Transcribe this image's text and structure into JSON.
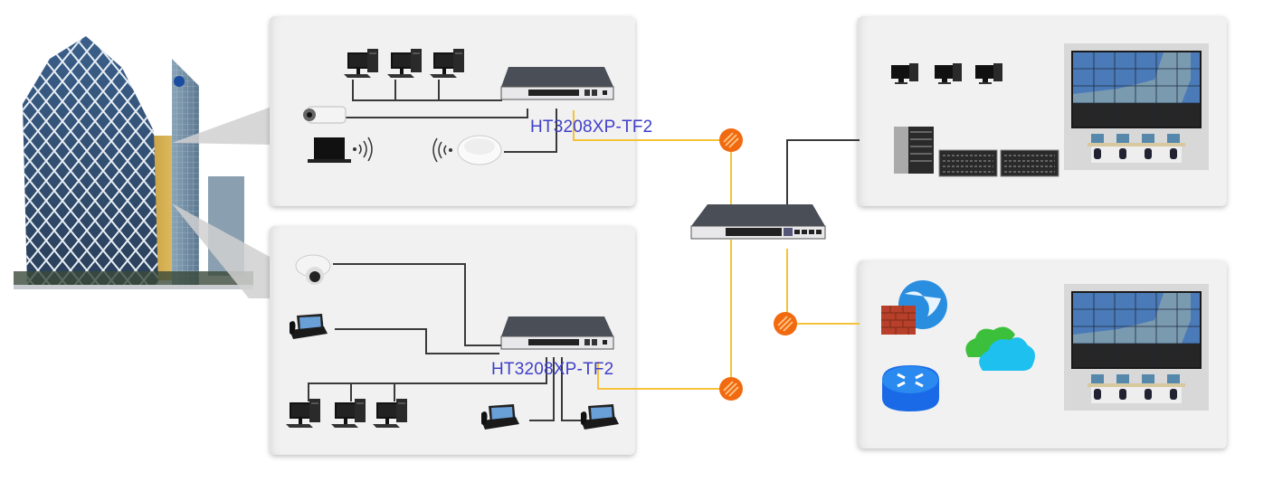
{
  "diagram": {
    "title": "PoE switch network topology",
    "colors": {
      "label_text": "#3f3fc8",
      "fiber_link": "#f5c23a",
      "copper_link": "#3a3a3a",
      "fiber_node": "#f26a10",
      "panel_bg": "#f1f1f1"
    },
    "building": {
      "name": "office-building"
    },
    "access_panels": [
      {
        "name": "access-panel-top",
        "switch_label": "HT3208XP-TF2",
        "devices": [
          "desktop-pc",
          "desktop-pc",
          "desktop-pc",
          "bullet-ip-camera",
          "wireless-laptop",
          "wireless-access-point"
        ]
      },
      {
        "name": "access-panel-bottom",
        "switch_label": "HT3208XP-TF2",
        "devices": [
          "dome-ip-camera",
          "ip-phone",
          "desktop-pc",
          "desktop-pc",
          "desktop-pc",
          "ip-phone",
          "ip-phone"
        ]
      }
    ],
    "core_switch": {
      "name": "core-switch-24-port"
    },
    "fiber_nodes": 3,
    "server_panel": {
      "devices": [
        "desktop-pc",
        "desktop-pc",
        "desktop-pc",
        "tower-server",
        "rack-storage",
        "rack-storage",
        "video-wall",
        "monitoring-console"
      ]
    },
    "internet_panel": {
      "devices": [
        "firewall-globe",
        "cloud",
        "router",
        "video-wall",
        "monitoring-console"
      ]
    }
  }
}
